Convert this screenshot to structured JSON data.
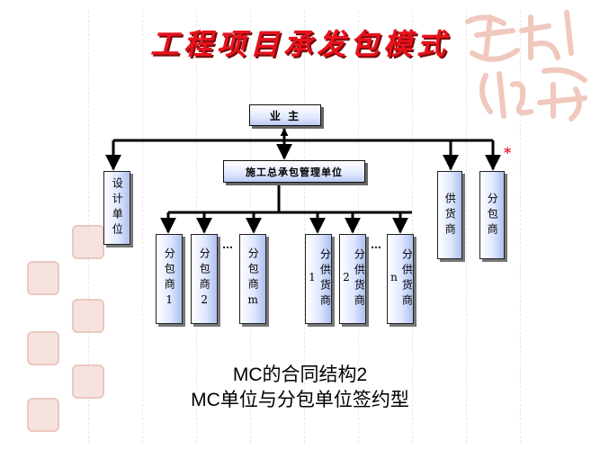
{
  "title": "工程项目承发包模式",
  "nodes": {
    "owner": "业 主",
    "gc": "施工总承包管理单位",
    "designer": "设计单位",
    "supplier": "供货商",
    "subcontractor": "分包商",
    "sub1": "分包商1",
    "sub2": "分包商2",
    "subm": "分包商m",
    "sup1": "分供货商1",
    "sup2": "分供货商2",
    "supn": "分供货商n",
    "ellipsis_sub": "…",
    "ellipsis_sup": "…"
  },
  "marker": "*",
  "caption": {
    "line1": "MC的合同结构2",
    "line2": "MC单位与分包单位签约型"
  },
  "colors": {
    "title": "#e8121c",
    "box_fill": "#dfe7ff",
    "line": "#000000"
  }
}
